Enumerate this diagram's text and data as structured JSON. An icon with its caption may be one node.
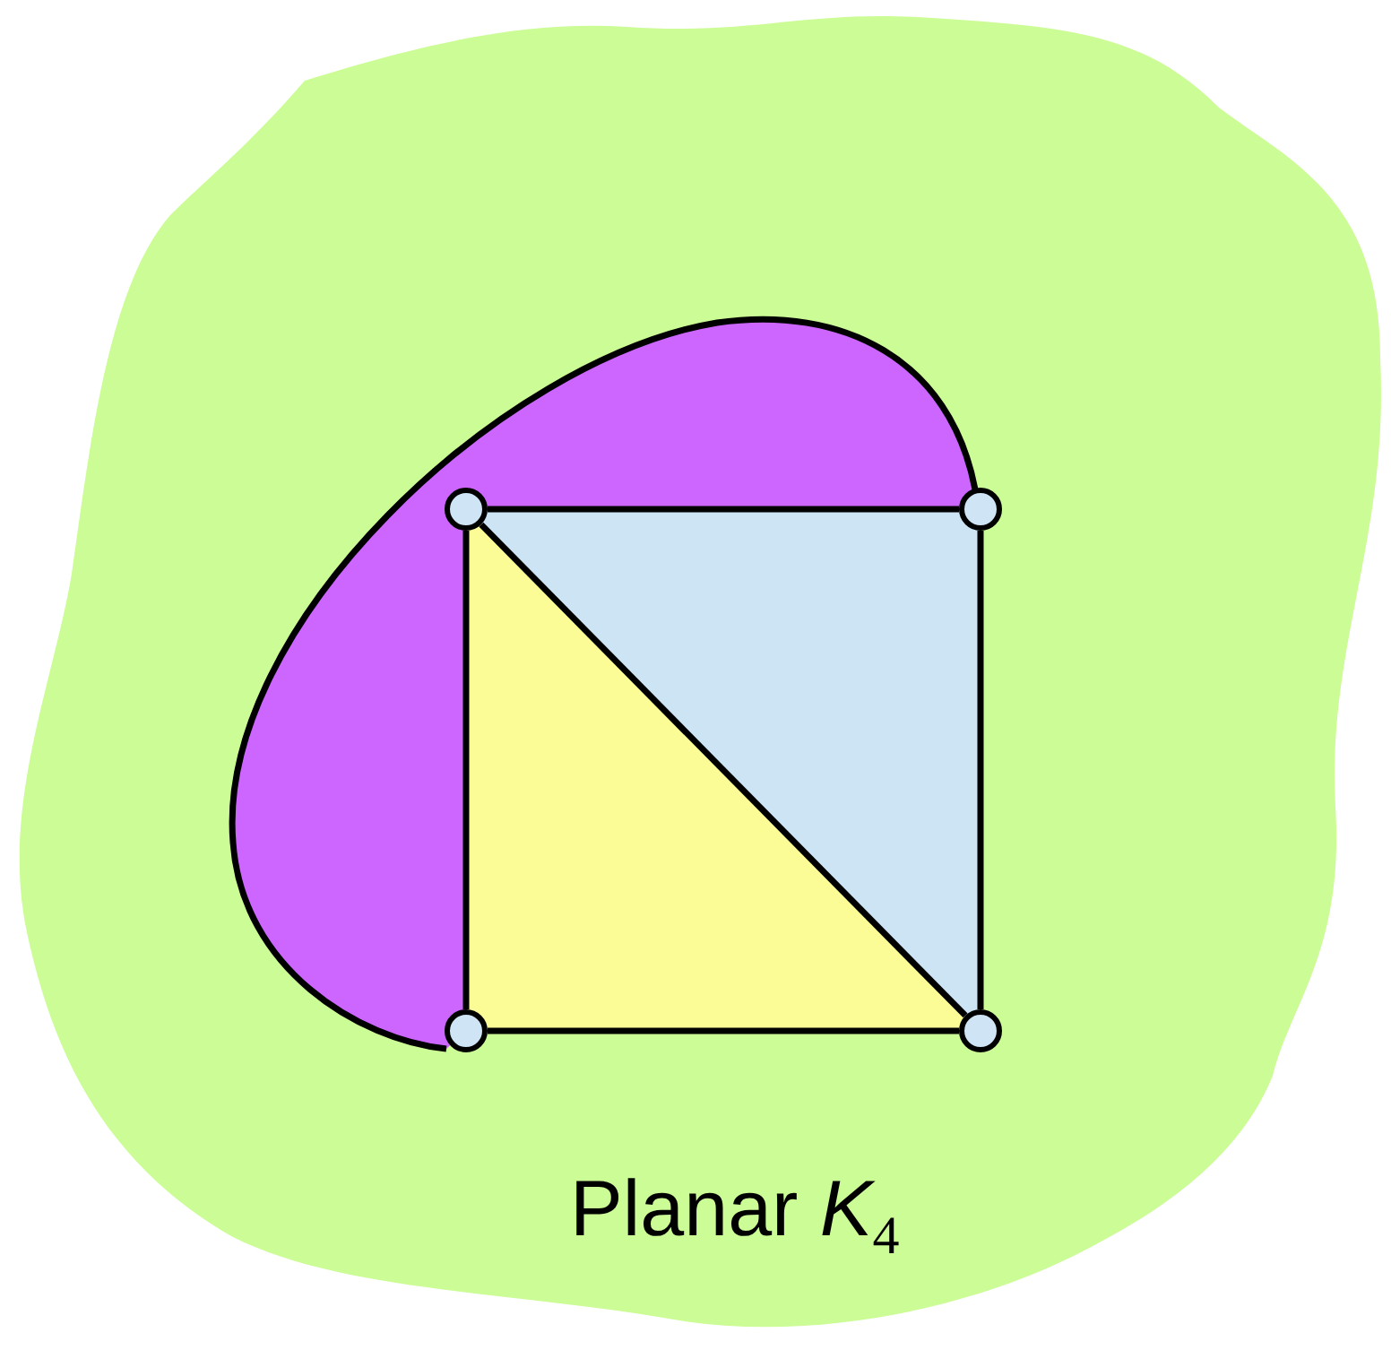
{
  "diagram": {
    "nodes": [
      {
        "text": [],
        "shape": "circle"
      },
      {
        "text": [],
        "shape": "circle"
      },
      {
        "text": [],
        "shape": "circle"
      },
      {
        "text": [],
        "shape": "circle"
      }
    ],
    "edges": [
      {
        "from": 0,
        "to": 1,
        "arrow": "none"
      },
      {
        "from": 0,
        "to": 2,
        "arrow": "none"
      },
      {
        "from": 0,
        "to": 3,
        "arrow": "none"
      },
      {
        "from": 1,
        "to": 3,
        "arrow": "none"
      },
      {
        "from": 2,
        "to": 3,
        "arrow": "none"
      },
      {
        "from": 1,
        "to": 2,
        "arrow": "none"
      }
    ],
    "labels": [
      "Planar *K*$_{4}$"
    ]
  }
}
